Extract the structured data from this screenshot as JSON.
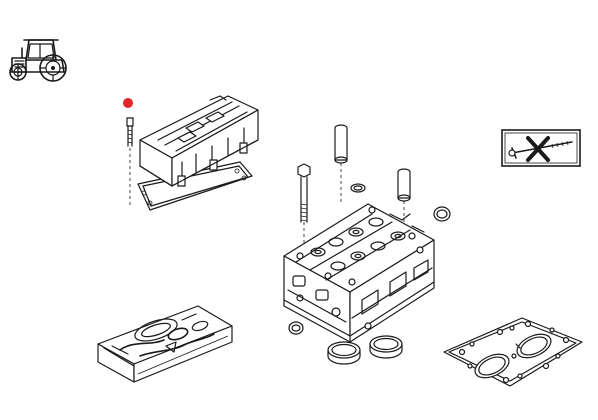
{
  "colors": {
    "marker": "#e3262b",
    "line": "#1a1a1a",
    "background": "#ffffff"
  },
  "icons": {
    "vehicle": "tractor-icon",
    "marker": "red-dot-marker",
    "exclusion_box": "crossed-bolt-box"
  },
  "parts": [
    "valve-cover",
    "valve-cover-gasket",
    "cover-stud",
    "cylinder-head",
    "head-bolt",
    "valve-guide",
    "guide-sleeve",
    "expansion-plugs",
    "valve-seat-rings",
    "gasket-kit",
    "head-gasket"
  ]
}
